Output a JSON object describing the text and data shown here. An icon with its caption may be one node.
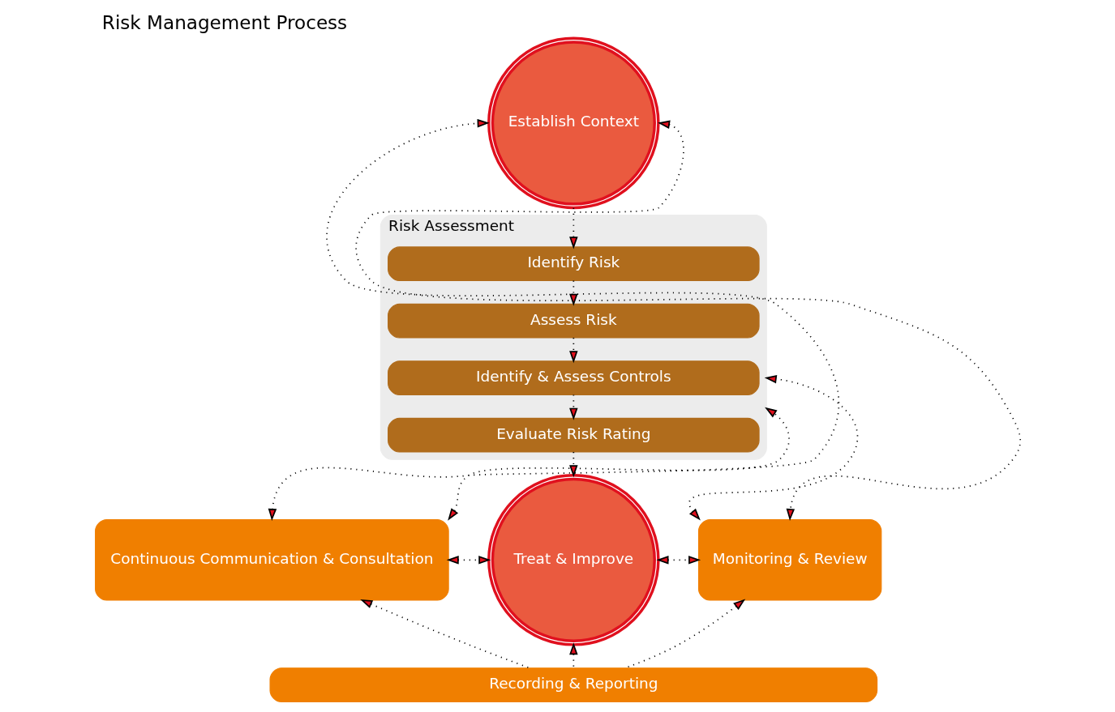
{
  "diagram": {
    "title": "Risk Management Process",
    "nodes": [
      {
        "text": [
          "Continuous Communication & Consultation"
        ]
      },
      {
        "text": [
          "Establish Context"
        ]
      },
      {
        "text": [
          "Monitoring & Review"
        ]
      },
      {
        "text": [
          "Risk Assessment"
        ]
      },
      {
        "text": [
          "Identify Risk"
        ],
        "in": 3
      },
      {
        "text": [
          "Assess Risk"
        ],
        "in": 3
      },
      {
        "text": [
          "Identify & Assess Controls"
        ],
        "in": 3
      },
      {
        "text": [
          "Evaluate Risk Rating"
        ],
        "in": 3
      },
      {
        "text": [
          "Treat & Improve"
        ]
      },
      {
        "text": [
          "Recording & Reporting"
        ]
      }
    ],
    "edges": [
      {
        "from": 0,
        "to": 1,
        "arrow": "both"
      },
      {
        "from": 1,
        "to": 2,
        "arrow": "both"
      },
      {
        "from": 0,
        "to": 3,
        "arrow": "both"
      },
      {
        "from": 3,
        "to": 2,
        "arrow": "both"
      },
      {
        "from": 0,
        "to": 8,
        "arrow": "both"
      },
      {
        "from": 8,
        "to": 2,
        "arrow": "both"
      },
      {
        "from": 1,
        "to": 4,
        "arrow": "to"
      },
      {
        "from": 4,
        "to": 5,
        "arrow": "to"
      },
      {
        "from": 5,
        "to": 6,
        "arrow": "to"
      },
      {
        "from": 6,
        "to": 7,
        "arrow": "to"
      },
      {
        "from": 7,
        "to": 8,
        "arrow": "to"
      },
      {
        "from": 9,
        "to": 0,
        "arrow": "to"
      },
      {
        "from": 9,
        "to": 8,
        "arrow": "to"
      },
      {
        "from": 9,
        "to": 2,
        "arrow": "to"
      }
    ]
  }
}
